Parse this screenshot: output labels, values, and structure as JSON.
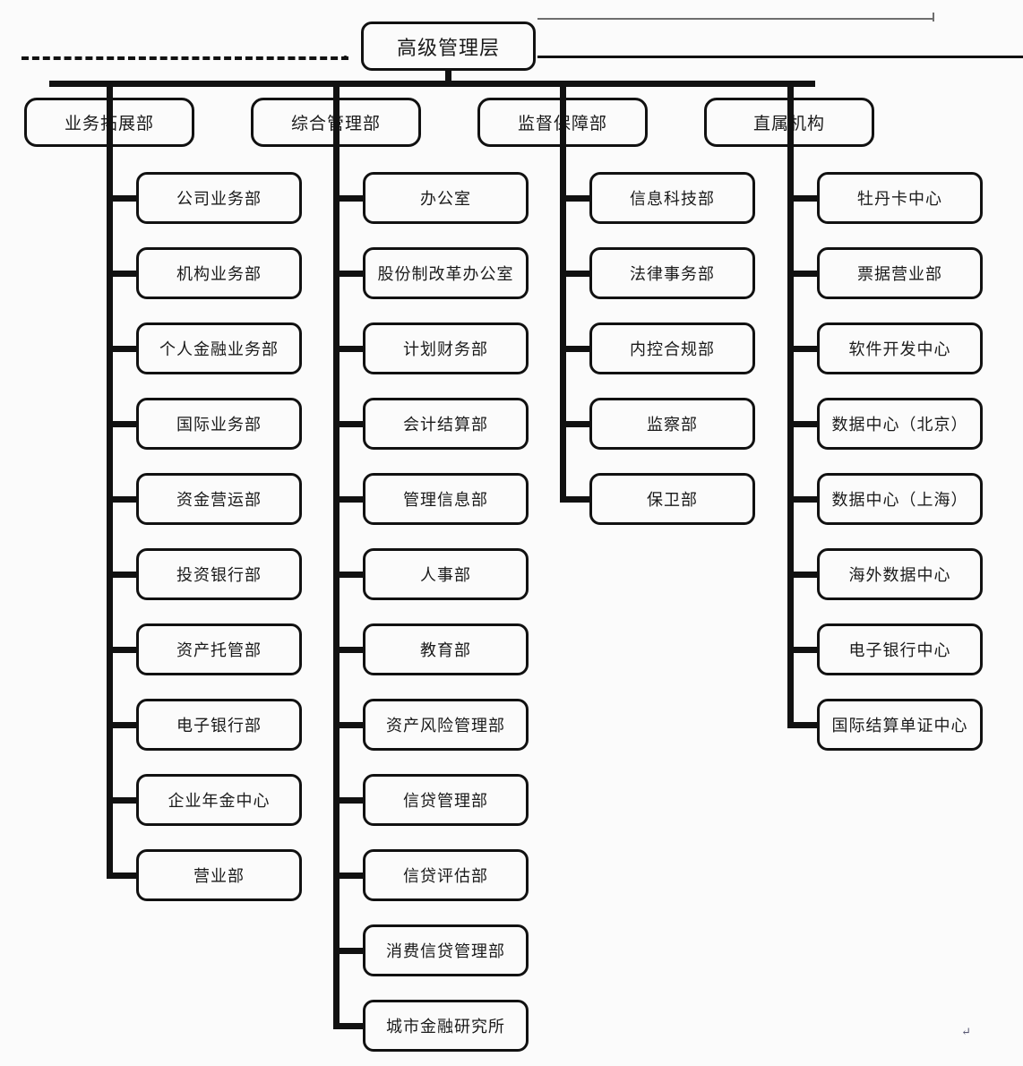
{
  "chart": {
    "title_node": "高级管理层",
    "type": "organization-chart",
    "root": {
      "label": "高级管理层"
    },
    "divisions": [
      {
        "label": "业务拓展部",
        "children": [
          "公司业务部",
          "机构业务部",
          "个人金融业务部",
          "国际业务部",
          "资金营运部",
          "投资银行部",
          "资产托管部",
          "电子银行部",
          "企业年金中心",
          "营业部"
        ]
      },
      {
        "label": "综合管理部",
        "children": [
          "办公室",
          "股份制改革办公室",
          "计划财务部",
          "会计结算部",
          "管理信息部",
          "人事部",
          "教育部",
          "资产风险管理部",
          "信贷管理部",
          "信贷评估部",
          "消费信贷管理部",
          "城市金融研究所"
        ]
      },
      {
        "label": "监督保障部",
        "children": [
          "信息科技部",
          "法律事务部",
          "内控合规部",
          "监察部",
          "保卫部"
        ]
      },
      {
        "label": "直属机构",
        "children": [
          "牡丹卡中心",
          "票据营业部",
          "软件开发中心",
          "数据中心（北京）",
          "数据中心（上海）",
          "海外数据中心",
          "电子银行中心",
          "国际结算单证中心"
        ]
      }
    ],
    "colors": {
      "line": "#111111",
      "box_border": "#111111",
      "box_fill": "#fbfbfb",
      "text": "#1a1a1a",
      "rule_gray": "#6e6e6e"
    },
    "artifacts": {
      "paragraph_mark": "↵"
    }
  }
}
